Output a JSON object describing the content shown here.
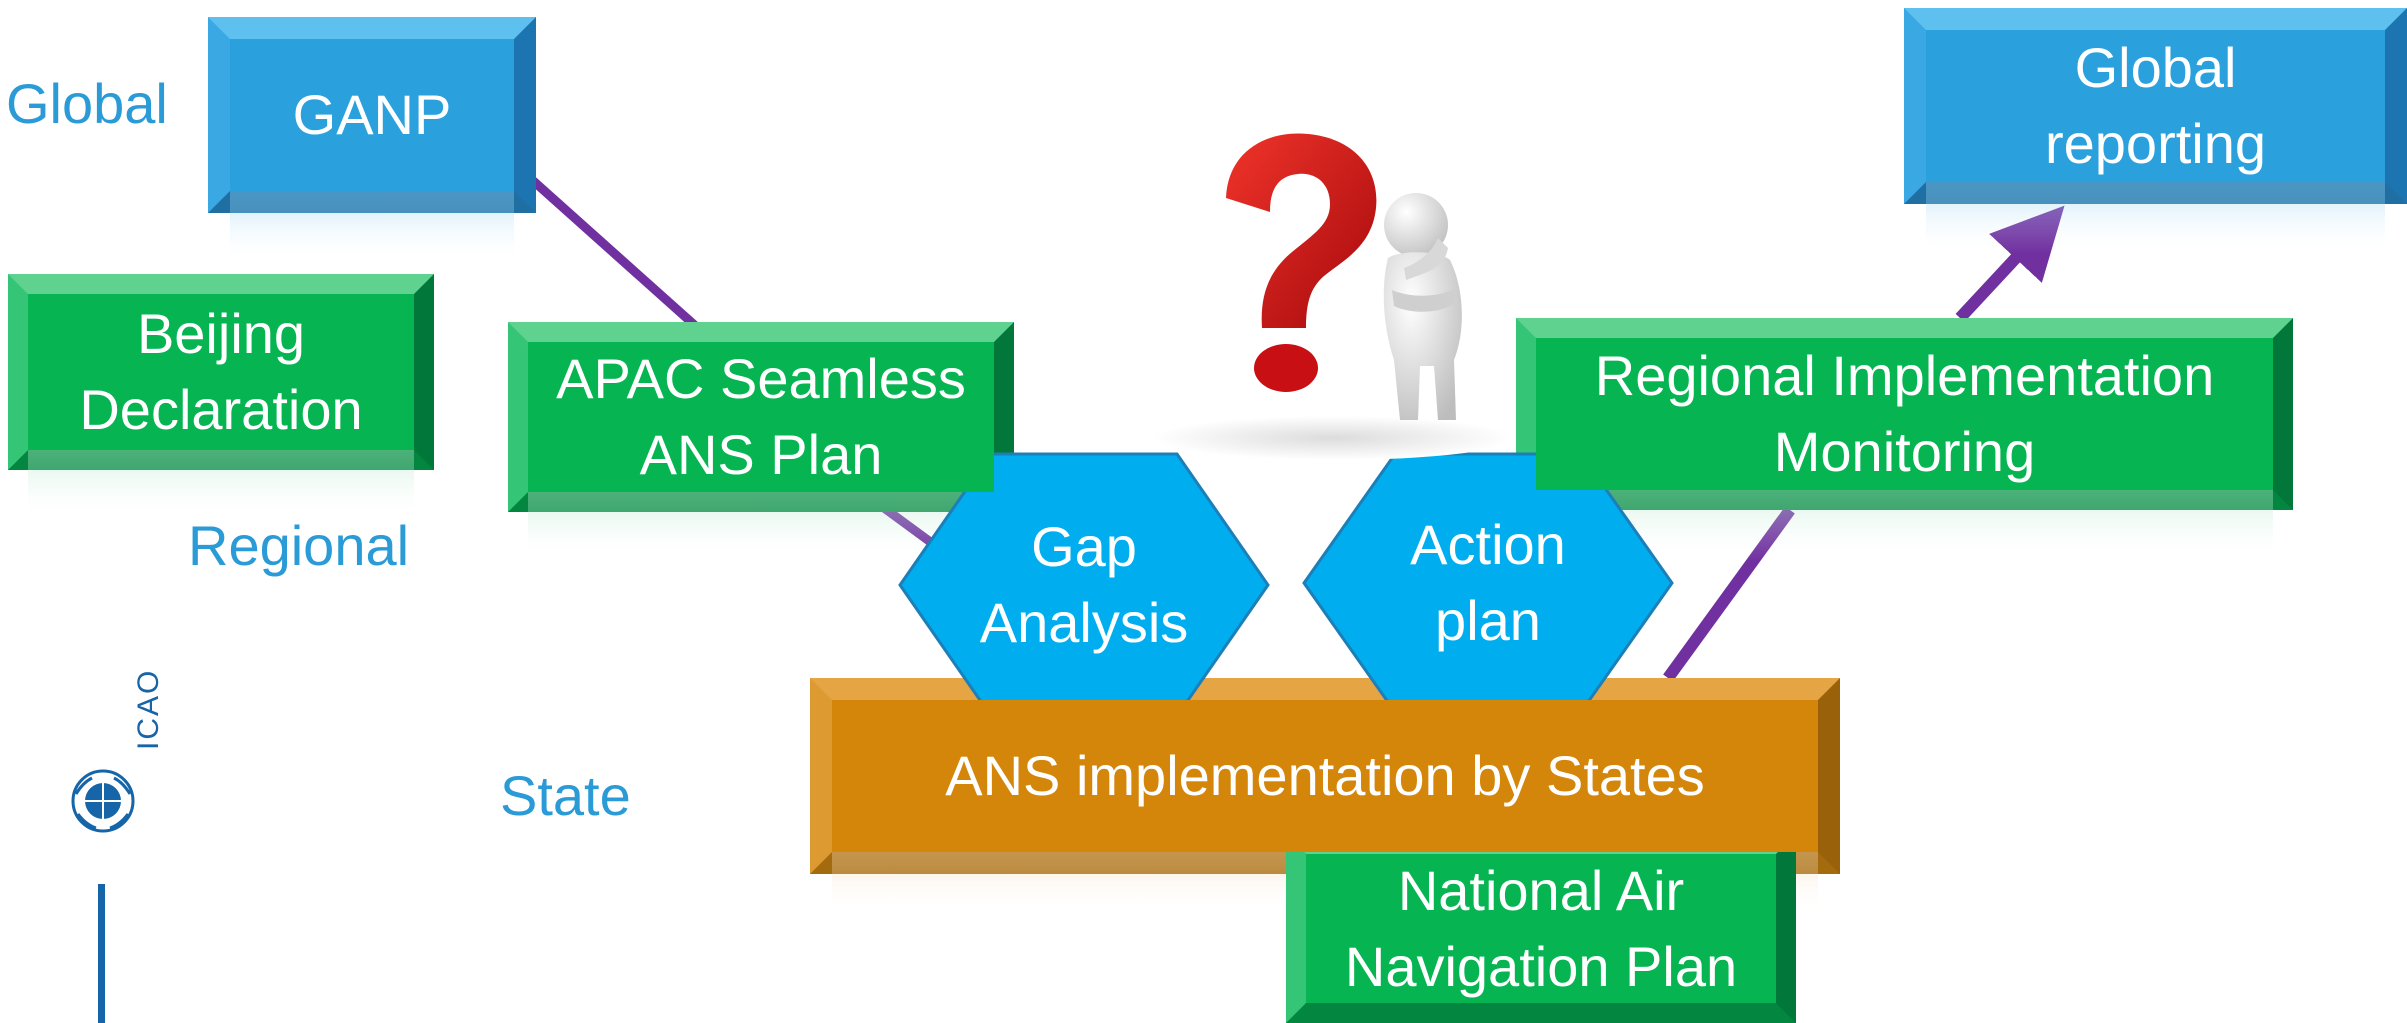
{
  "colors": {
    "level_text": "#2a9bd6",
    "blue_box": "#2aa1dd",
    "green_box": "#06b552",
    "orange_box": "#d4860b",
    "hexagon": "#00aeef",
    "arrow": "#7030a0"
  },
  "levels": {
    "global": "Global",
    "regional": "Regional",
    "state": "State"
  },
  "boxes": {
    "ganp": "GANP",
    "beijing": "Beijing\nDeclaration",
    "apac": "APAC Seamless\nANS Plan",
    "global_reporting": "Global\nreporting",
    "regional_monitoring": "Regional Implementation\nMonitoring",
    "ans_states": "ANS implementation by States",
    "national_plan": "National Air\nNavigation Plan"
  },
  "hexagons": {
    "gap": "Gap\nAnalysis",
    "action": "Action\nplan"
  },
  "logo": {
    "text": "ICAO"
  },
  "icons": {
    "question": "question-mark-thinking-figure-icon",
    "logo": "icao-emblem-icon"
  }
}
